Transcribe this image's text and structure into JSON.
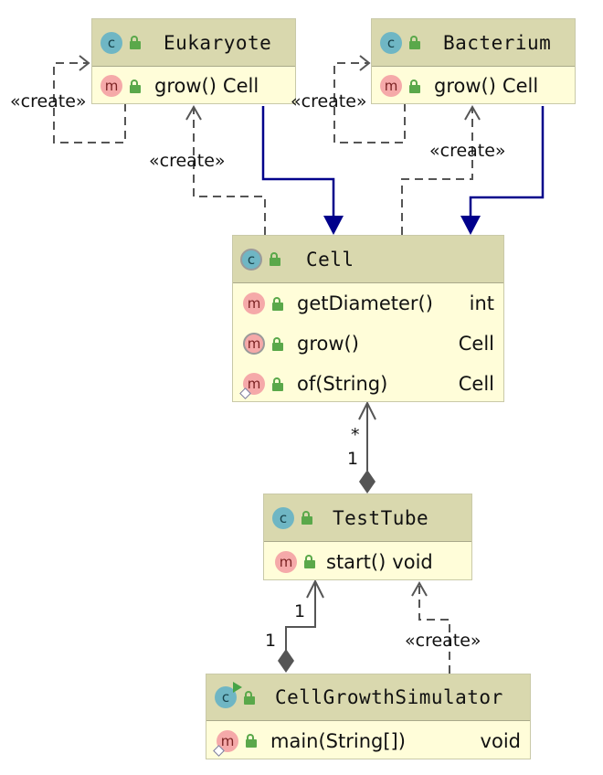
{
  "classes": {
    "eukaryote": {
      "name": "Eukaryote",
      "members": [
        {
          "name": "grow()",
          "type": "Cell"
        }
      ]
    },
    "bacterium": {
      "name": "Bacterium",
      "members": [
        {
          "name": "grow()",
          "type": "Cell"
        }
      ]
    },
    "cell": {
      "name": "Cell",
      "members": [
        {
          "name": "getDiameter()",
          "type": "int"
        },
        {
          "name": "grow()",
          "type": "Cell"
        },
        {
          "name": "of(String)",
          "type": "Cell"
        }
      ]
    },
    "testtube": {
      "name": "TestTube",
      "members": [
        {
          "name": "start()",
          "type": "void"
        }
      ]
    },
    "simulator": {
      "name": "CellGrowthSimulator",
      "members": [
        {
          "name": "main(String[])",
          "type": "void"
        }
      ]
    }
  },
  "labels": {
    "create": "«create»",
    "many": "*",
    "one": "1"
  },
  "icons": {
    "class_letter": "c",
    "method_letter": "m"
  },
  "colors": {
    "header_bg": "#d9d8ae",
    "body_bg": "#fffdd9",
    "inheritance": "#00008b",
    "dependency": "#555555",
    "composition": "#555555"
  }
}
